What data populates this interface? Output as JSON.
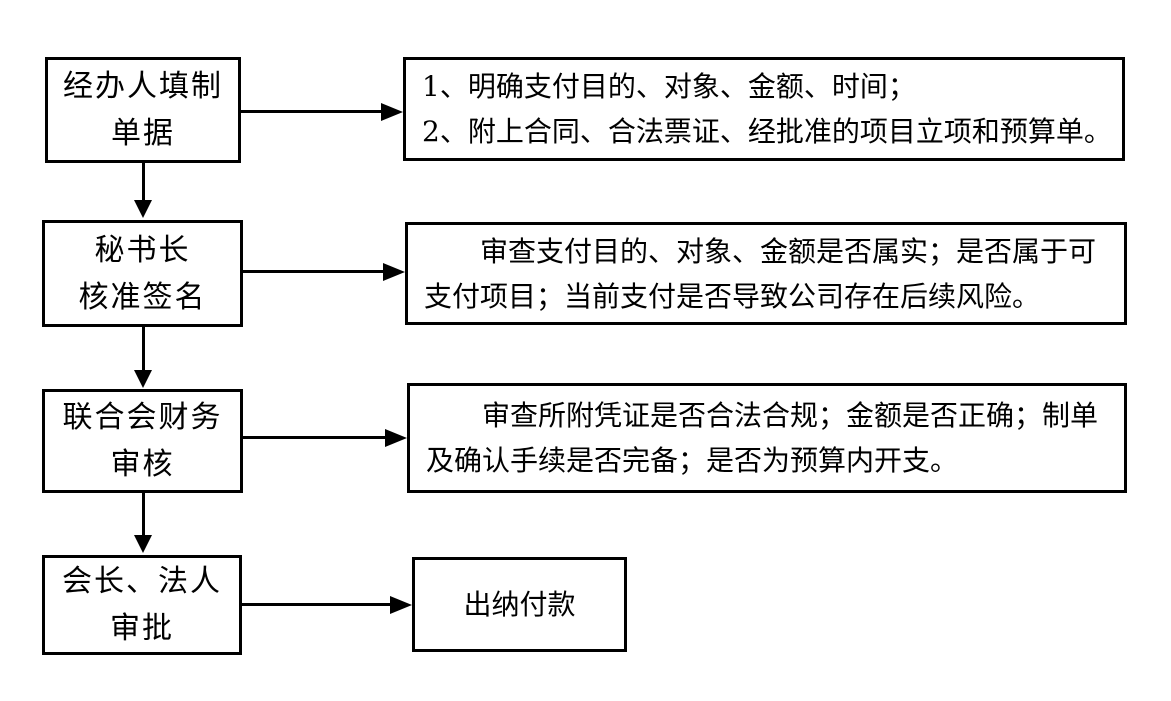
{
  "diagram": {
    "type": "flowchart",
    "colors": {
      "background": "#ffffff",
      "border": "#000000",
      "text": "#000000"
    },
    "steps": [
      {
        "actor_line1": "经办人填制",
        "actor_line2": "单据",
        "detail_line1": "1、明确支付目的、对象、金额、时间；",
        "detail_line2": "2、附上合同、合法票证、经批准的项目立项和预算单。"
      },
      {
        "actor_line1": "秘书长",
        "actor_line2": "核准签名",
        "detail_line1": "审查支付目的、对象、金额是否属实；是否属于可",
        "detail_line2": "支付项目；当前支付是否导致公司存在后续风险。"
      },
      {
        "actor_line1": "联合会财务",
        "actor_line2": "审核",
        "detail_line1": "审查所附凭证是否合法合规；金额是否正确；制单",
        "detail_line2": "及确认手续是否完备；是否为预算内开支。"
      },
      {
        "actor_line1": "会长、法人",
        "actor_line2": "审批",
        "detail_line1": "出纳付款"
      }
    ]
  }
}
